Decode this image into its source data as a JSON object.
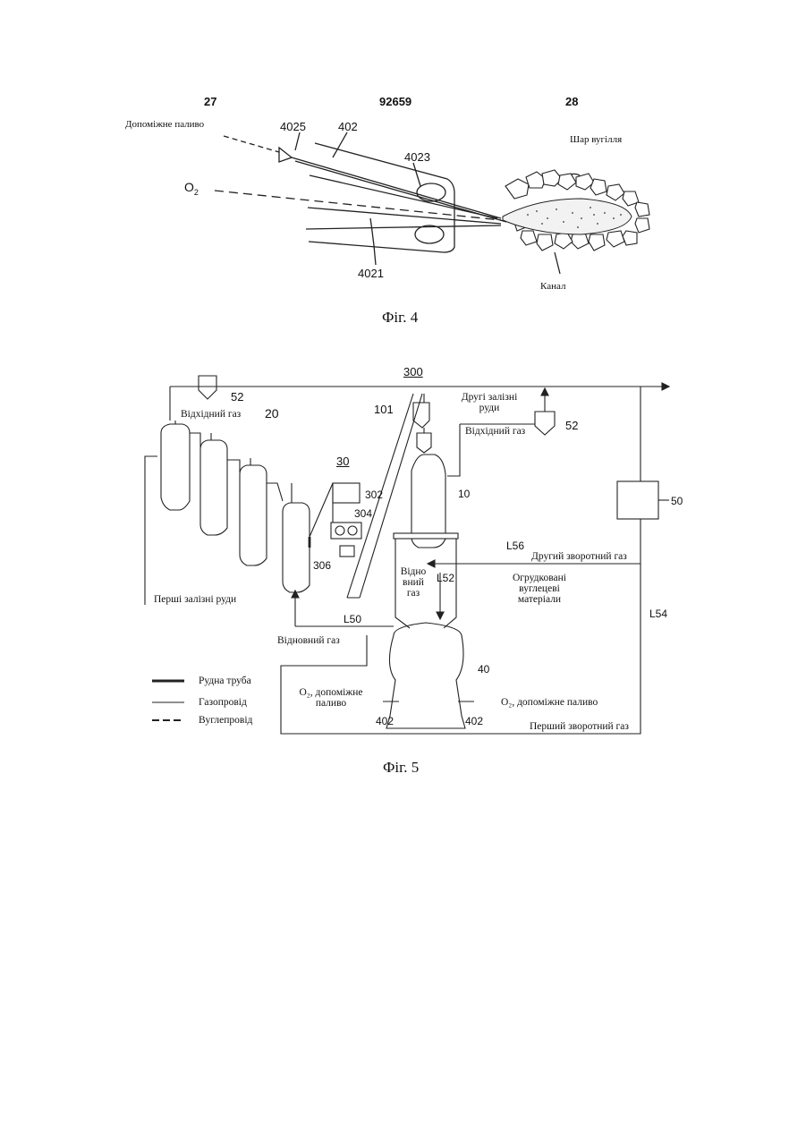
{
  "header": {
    "left_page": "27",
    "patent_number": "92659",
    "right_page": "28"
  },
  "fig4": {
    "caption": "Фіг. 4",
    "labels": {
      "aux_fuel": "Допоміжне паливо",
      "o2": "O",
      "o2_sub": "2",
      "n4025": "4025",
      "n402": "402",
      "n4023": "4023",
      "n4021": "4021",
      "coal_layer": "Шар вугілля",
      "channel": "Канал"
    }
  },
  "fig5": {
    "caption": "Фіг. 5",
    "labels": {
      "n300": "300",
      "n52a": "52",
      "off_gas_left": "Відхідний газ",
      "n20": "20",
      "n101": "101",
      "second_ores": "Другі залізні руди",
      "n52b": "52",
      "off_gas_right": "Відхідний газ",
      "n30": "30",
      "n302": "302",
      "n304": "304",
      "n306": "306",
      "n10": "10",
      "n50": "50",
      "l56": "L56",
      "second_return_gas": "Другий зворотний газ",
      "reducing_gas_vert": "Відно вний газ",
      "l52": "L52",
      "briquetted_carbon": "Огрудковані вуглецеві матеріали",
      "first_ores": "Перші залізні руди",
      "l50": "L50",
      "reducing_gas": "Відновний газ",
      "l54": "L54",
      "n40": "40",
      "o2_aux_left": "O₂, допоміжне паливо",
      "o2_aux_right": "O₂, допоміжне паливо",
      "n402a": "402",
      "n402b": "402",
      "first_return_gas": "Перший зворотний газ"
    },
    "legend": [
      {
        "label": "Рудна труба",
        "style": "thick"
      },
      {
        "label": "Газопровід",
        "style": "thin"
      },
      {
        "label": "Вуглепровід",
        "style": "dashed"
      }
    ]
  }
}
